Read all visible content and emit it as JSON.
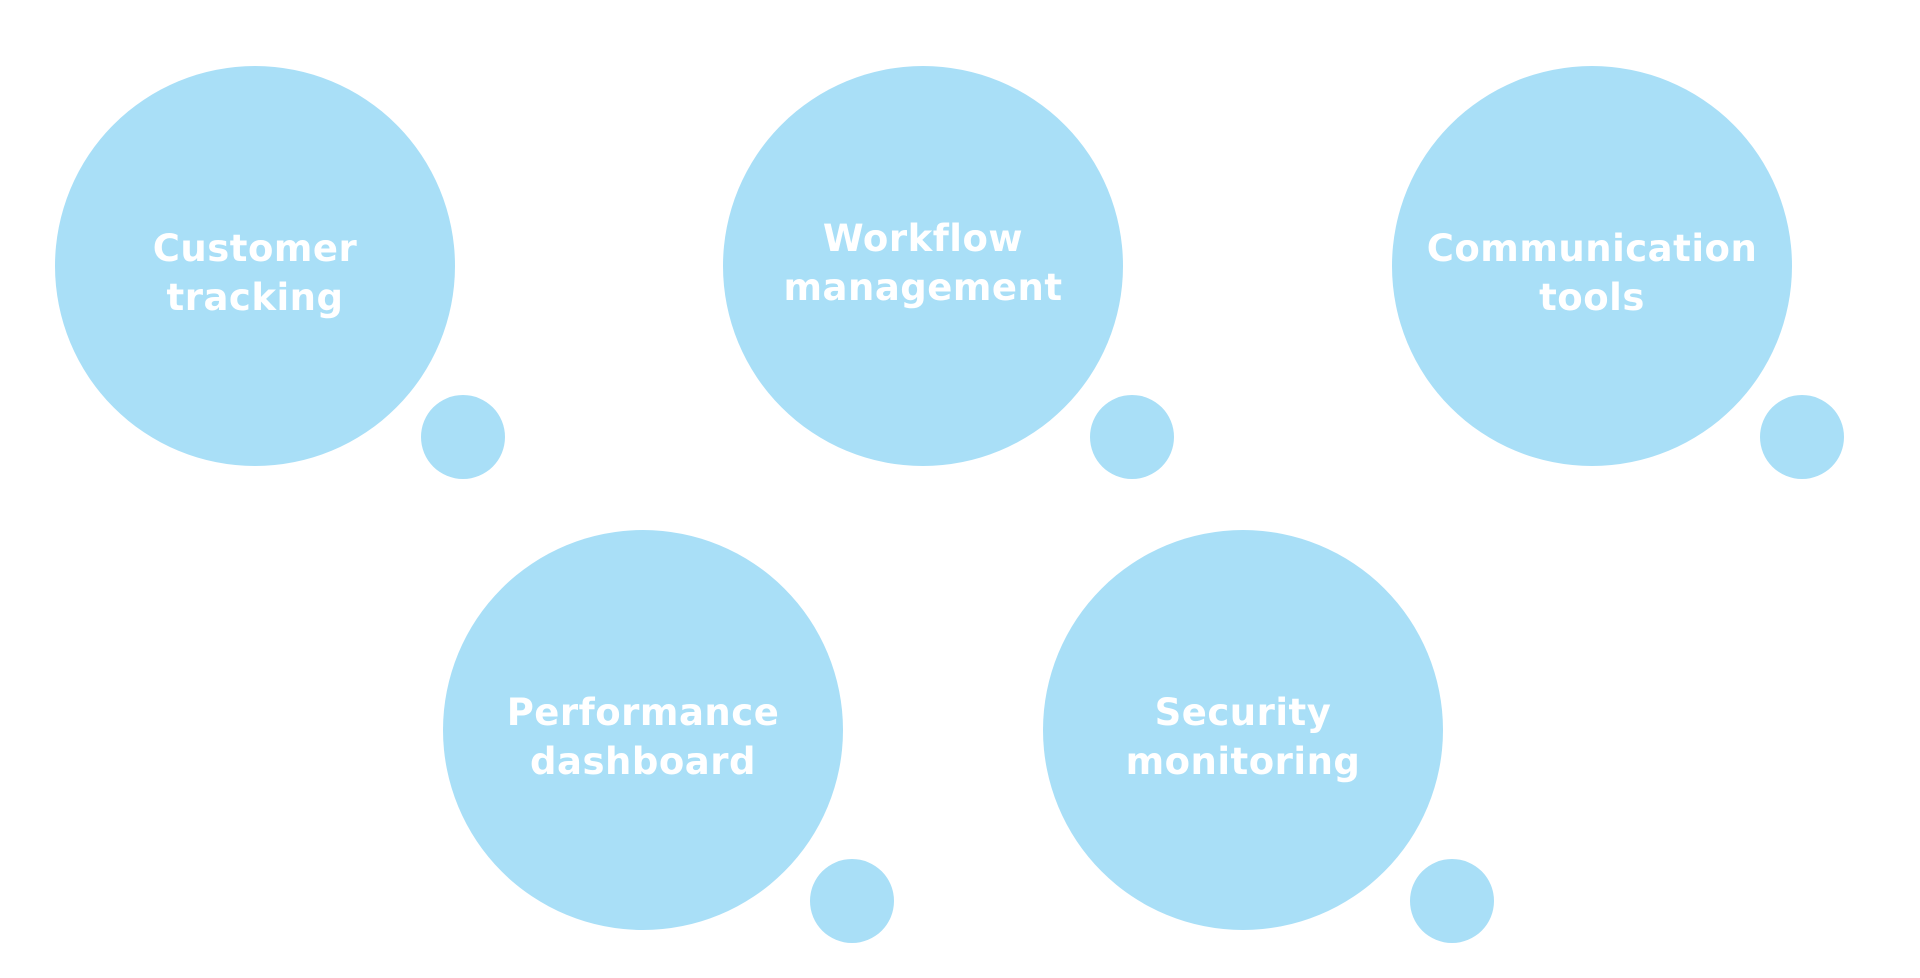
{
  "diagram": {
    "bubble_color": "#a9dff7",
    "text_color": "#ffffff",
    "nodes": [
      {
        "line1": "Customer",
        "line2": "tracking"
      },
      {
        "line1": "Workflow",
        "line2": "management"
      },
      {
        "line1": "Communication",
        "line2": "tools"
      },
      {
        "line1": "Performance",
        "line2": "dashboard"
      },
      {
        "line1": "Security",
        "line2": "monitoring"
      }
    ]
  }
}
